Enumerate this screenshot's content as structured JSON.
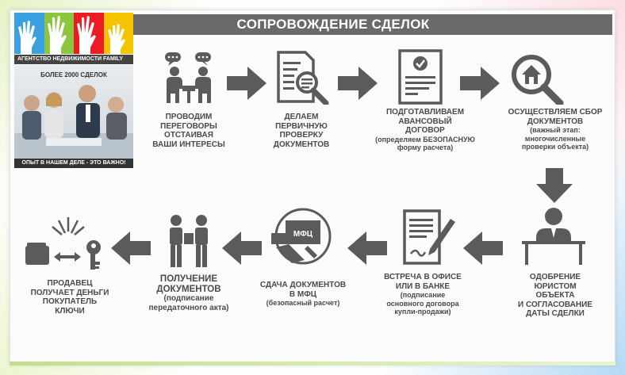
{
  "header": {
    "title": "СОПРОВОЖДЕНИЕ СДЕЛОК"
  },
  "brand": {
    "agency": "АГЕНТСТВО НЕДВИЖИМОСТИ FAMILY",
    "deals": "БОЛЕЕ 2000 СДЕЛОК",
    "slogan": "ОПЫТ В НАШЕМ ДЕЛЕ - ЭТО ВАЖНО!",
    "logo_colors": [
      "#3aa0e0",
      "#8cc63f",
      "#ed1c24",
      "#f5c400"
    ]
  },
  "colors": {
    "icon": "#5b5b5b",
    "text": "#4a4a4a",
    "title_bar": "#6a6a6a"
  },
  "steps": [
    {
      "icon": "people-negotiating-icon",
      "lines": [
        "ПРОВОДИМ",
        "ПЕРЕГОВОРЫ",
        "ОТСТАИВАЯ",
        "ВАШИ ИНТЕРЕСЫ"
      ],
      "sub": []
    },
    {
      "icon": "document-magnifier-icon",
      "lines": [
        "ДЕЛАЕМ",
        "ПЕРВИЧНУЮ",
        "ПРОВЕРКУ",
        "ДОКУМЕНТОВ"
      ],
      "sub": []
    },
    {
      "icon": "contract-seal-icon",
      "lines": [
        "ПОДГОТАВЛИВАЕМ",
        "АВАНСОВЫЙ",
        "ДОГОВОР"
      ],
      "sub": [
        "(определяем БЕЗОПАСНУЮ",
        "форму расчета)"
      ]
    },
    {
      "icon": "house-magnifier-icon",
      "lines": [
        "ОСУЩЕСТВЛЯЕМ СБОР",
        "ДОКУМЕНТОВ"
      ],
      "sub": [
        "(важный этап:",
        "многочисленные",
        "проверки объекта)"
      ]
    },
    {
      "icon": "lawyer-desk-icon",
      "lines": [
        "ОДОБРЕНИЕ",
        "ЮРИСТОМ",
        "ОБЪЕКТА",
        "И СОГЛАСОВАНИЕ",
        "ДАТЫ СДЕЛКИ"
      ],
      "sub": []
    },
    {
      "icon": "contract-pen-icon",
      "lines": [
        "ВСТРЕЧА В ОФИСЕ",
        "ИЛИ В БАНКЕ"
      ],
      "sub": [
        "(подписание",
        "основного договора",
        "купли-продажи)"
      ]
    },
    {
      "icon": "mfc-printer-icon",
      "lines": [
        "СДАЧА ДОКУМЕНТОВ",
        "В МФЦ"
      ],
      "sub": [
        "(безопасный расчет)"
      ]
    },
    {
      "icon": "document-handover-icon",
      "lines": [
        "ПОЛУЧЕНИЕ",
        "ДОКУМЕНТОВ"
      ],
      "sub": [
        "(подписание",
        "передаточного акта)"
      ]
    },
    {
      "icon": "wallet-keys-exchange-icon",
      "lines": [
        "ПРОДАВЕЦ",
        "ПОЛУЧАЕТ ДЕНЬГИ",
        "ПОКУПАТЕЛЬ",
        "КЛЮЧИ"
      ],
      "sub": []
    }
  ],
  "mfc_sign": "МФЦ"
}
